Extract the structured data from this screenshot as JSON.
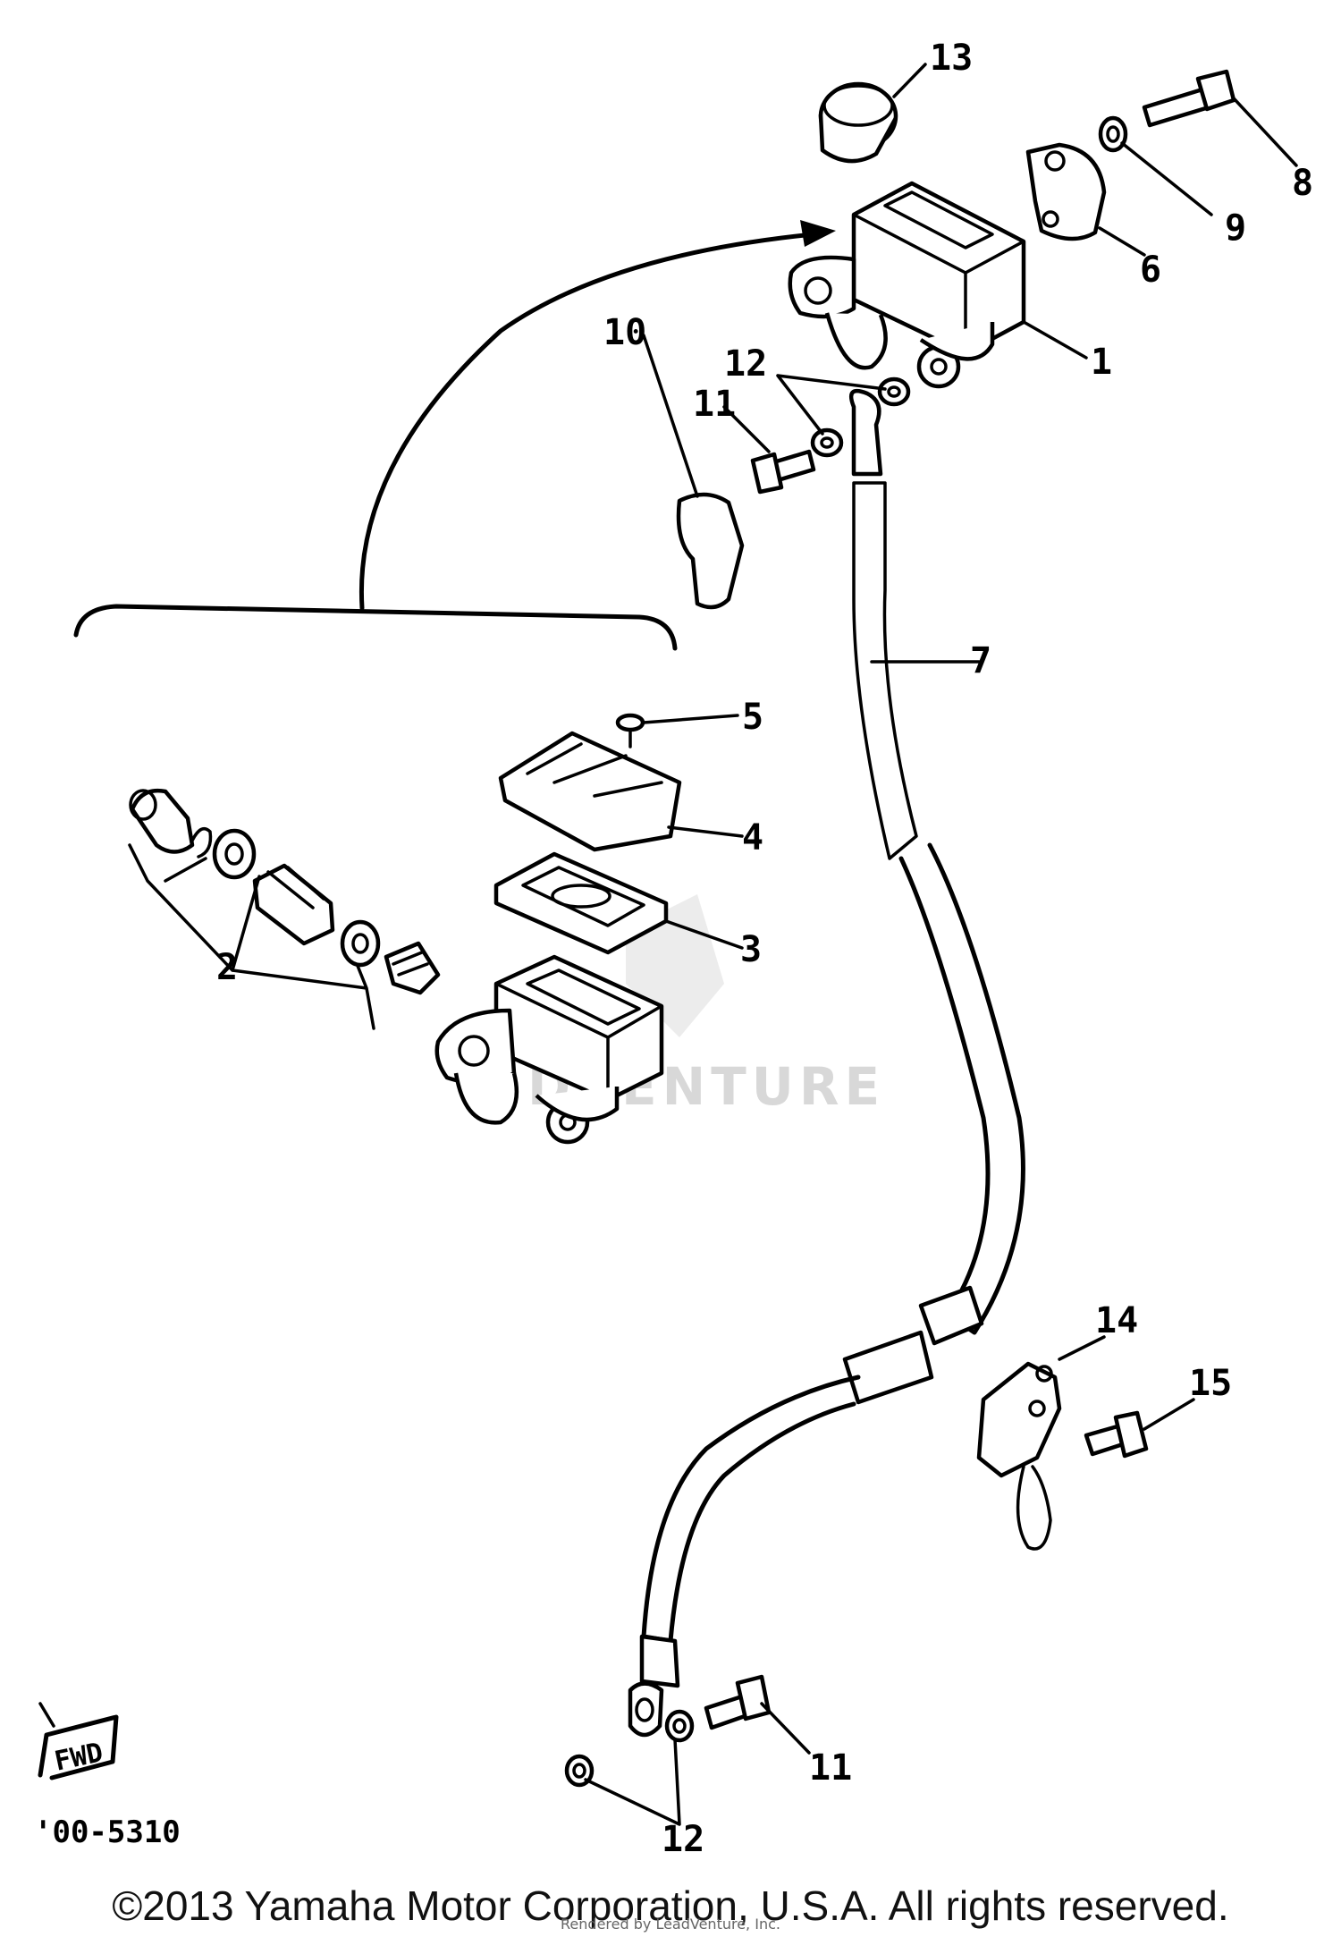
{
  "diagram": {
    "callouts": {
      "c1": "1",
      "c2": "2",
      "c3": "3",
      "c4": "4",
      "c5": "5",
      "c6": "6",
      "c7": "7",
      "c8": "8",
      "c9": "9",
      "c10": "10",
      "c11_top": "11",
      "c11_bottom": "11",
      "c12_top": "12",
      "c12_bottom": "12",
      "c13": "13",
      "c14": "14",
      "c15": "15"
    },
    "fwd_label": "FWD",
    "drawing_code": "'00-5310",
    "watermark": "DVENTURE"
  },
  "footer": {
    "copyright": "©2013 Yamaha Motor Corporation, U.S.A. All rights reserved.",
    "rendered_by": "Rendered by LeadVenture, Inc."
  }
}
